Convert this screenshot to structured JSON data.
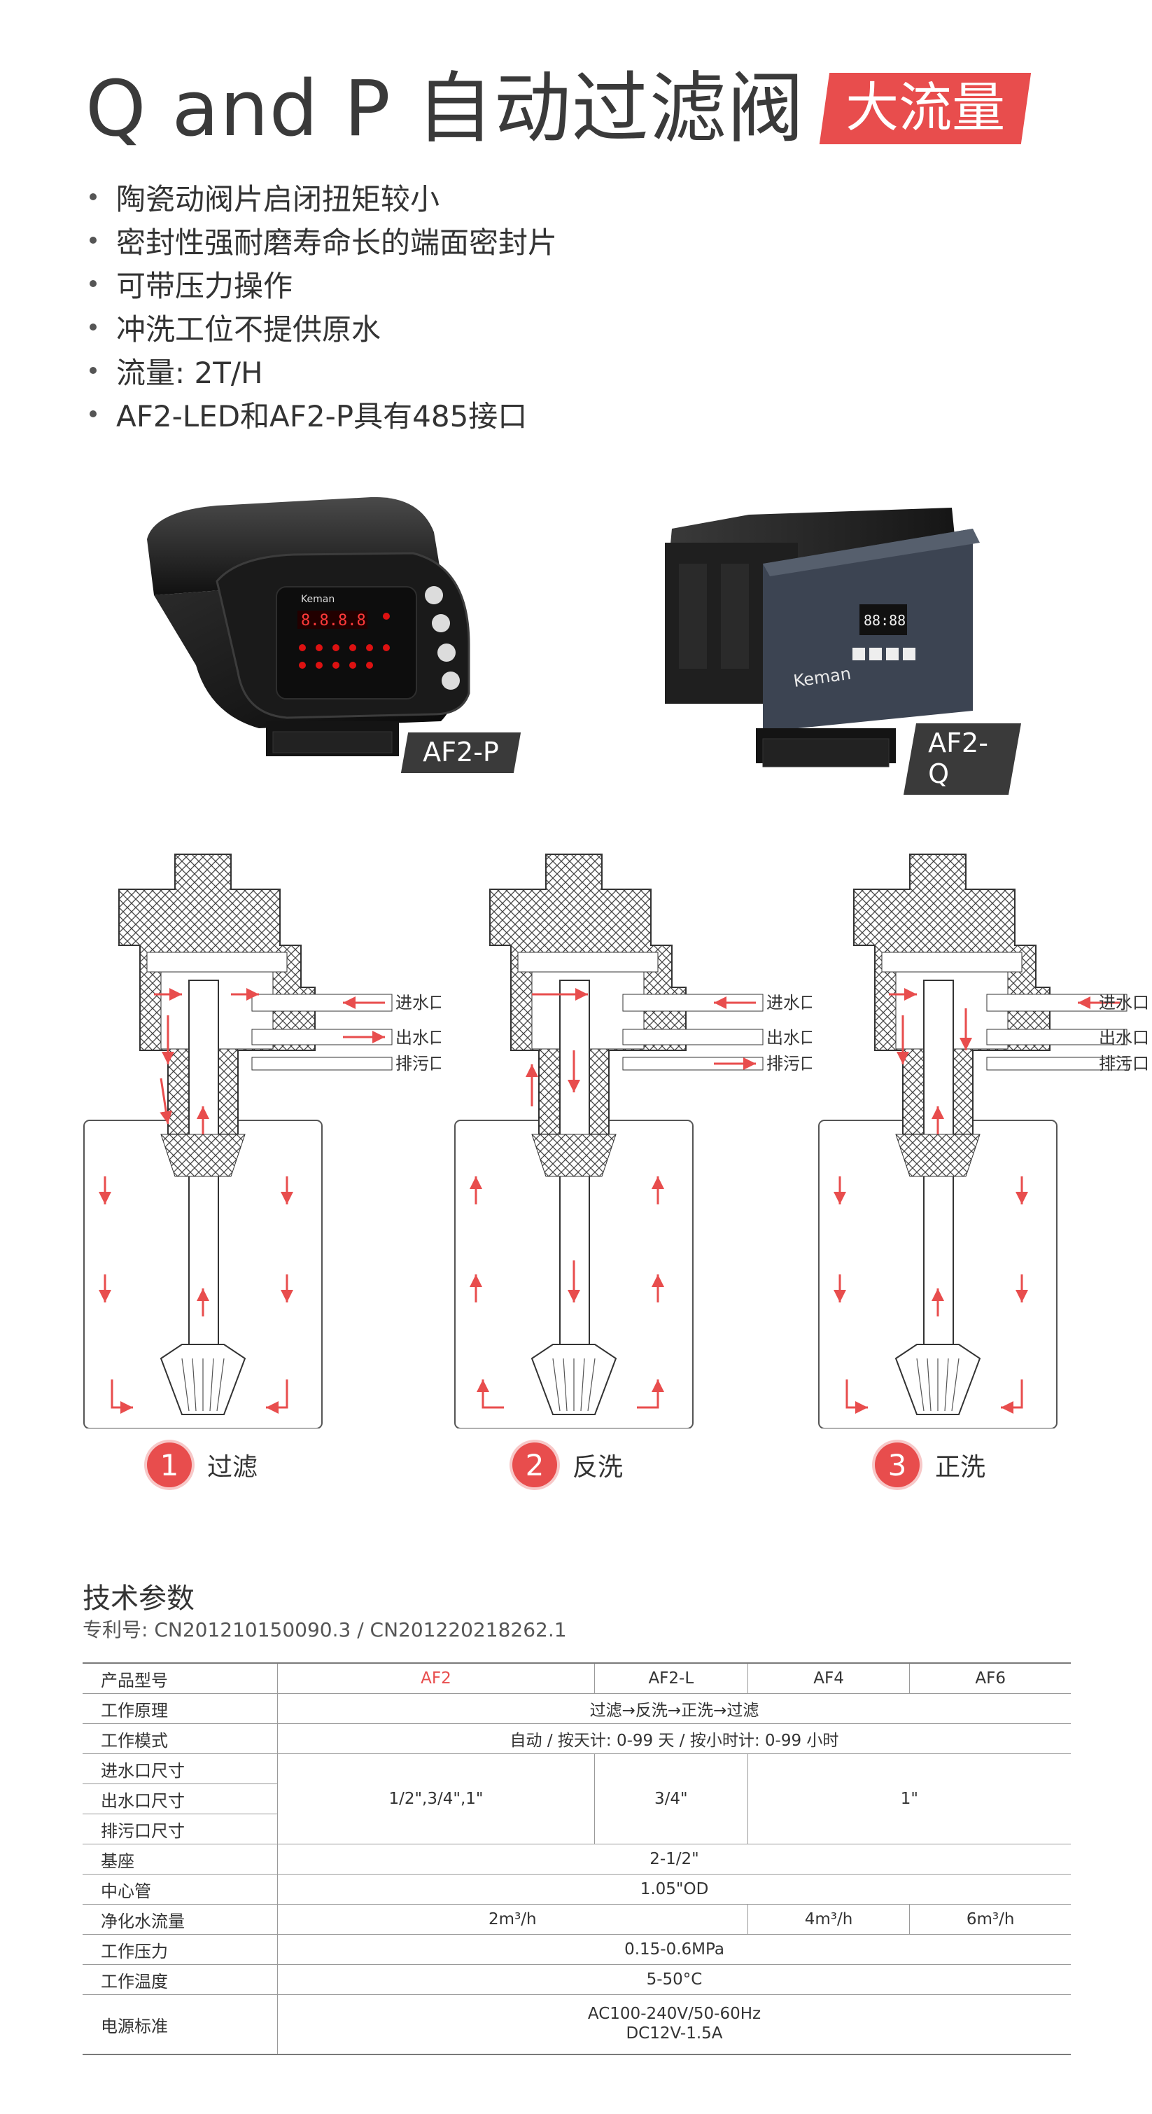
{
  "header": {
    "title": "Q and P 自动过滤阀",
    "badge": "大流量"
  },
  "features": [
    "陶瓷动阀片启闭扭矩较小",
    "密封性强耐磨寿命长的端面密封片",
    "可带压力操作",
    "冲洗工位不提供原水",
    "流量: 2T/H",
    "AF2-LED和AF2-P具有485接口"
  ],
  "products": [
    {
      "label": "AF2-P",
      "brand": "Keman"
    },
    {
      "label": "AF2-Q",
      "brand": "Keman"
    }
  ],
  "diagram_labels": {
    "inlet": "进水口",
    "outlet": "出水口",
    "drain": "排污口"
  },
  "steps": [
    {
      "num": "1",
      "label": "过滤"
    },
    {
      "num": "2",
      "label": "反洗"
    },
    {
      "num": "3",
      "label": "正洗"
    }
  ],
  "specs": {
    "title": "技术参数",
    "patent": "专利号: CN201210150090.3 / CN201220218262.1",
    "row_labels": {
      "model": "产品型号",
      "principle": "工作原理",
      "mode": "工作模式",
      "inlet_size": "进水口尺寸",
      "outlet_size": "出水口尺寸",
      "drain_size": "排污口尺寸",
      "base": "基座",
      "center_pipe": "中心管",
      "flow": "净化水流量",
      "pressure": "工作压力",
      "temperature": "工作温度",
      "power": "电源标准"
    },
    "models": [
      "AF2",
      "AF2-L",
      "AF4",
      "AF6"
    ],
    "principle": "过滤→反洗→正洗→过滤",
    "mode": "自动 / 按天计: 0-99 天 / 按小时计: 0-99 小时",
    "port_size_af2": "1/2\",3/4\",1\"",
    "port_size_af2l": "3/4\"",
    "port_size_af46": "1\"",
    "base": "2-1/2\"",
    "center_pipe": "1.05\"OD",
    "flow_af2": "2m³/h",
    "flow_af4": "4m³/h",
    "flow_af6": "6m³/h",
    "pressure": "0.15-0.6MPa",
    "temperature": "5-50°C",
    "power_ac": "AC100-240V/50-60Hz",
    "power_dc": "DC12V-1.5A"
  },
  "colors": {
    "accent": "#e84d4d",
    "dark_label": "#3a3a3a",
    "text": "#333333"
  }
}
